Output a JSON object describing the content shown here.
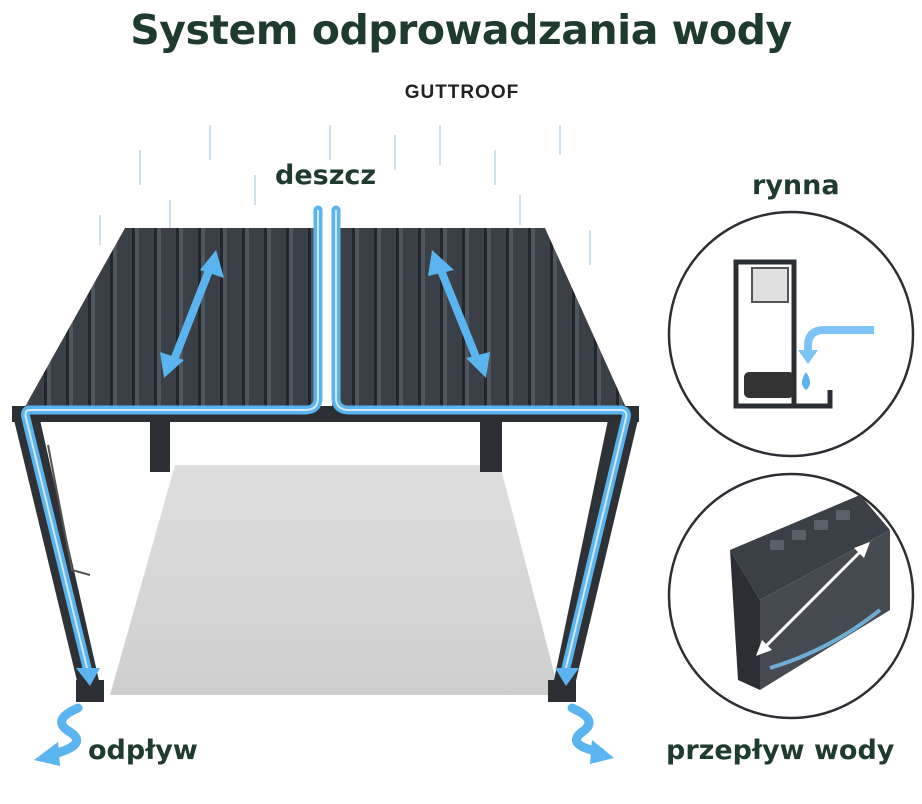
{
  "header": {
    "title": "System odprowadzania wody",
    "logo_text": "GUTTROOF"
  },
  "labels": {
    "rain": "deszcz",
    "gutter": "rynna",
    "drain": "odpływ",
    "flow": "przepływ wody"
  },
  "colors": {
    "title": "#1e3b2e",
    "water": "#5ab4f0",
    "roof": "#3a3f45",
    "frame": "#2b2f33",
    "floor": "#d6d6d6"
  },
  "icons": [
    "rain-drops",
    "water-flow-arrow",
    "double-arrow",
    "water-drop"
  ]
}
